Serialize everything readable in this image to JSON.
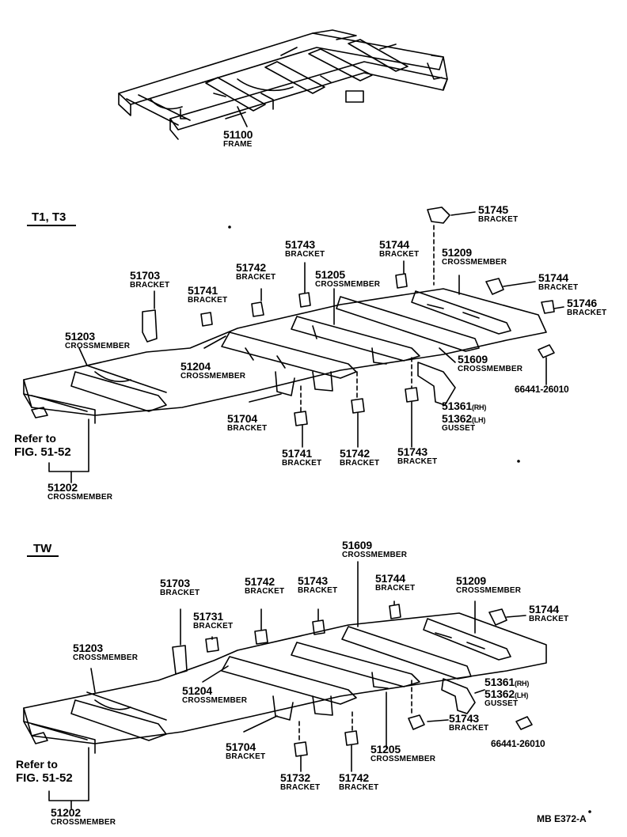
{
  "top": {
    "frame": {
      "part": "51100",
      "name": "FRAME"
    }
  },
  "t1": {
    "title": "T1, T3",
    "labels": {
      "p51745": {
        "part": "51745",
        "name": "BRACKET"
      },
      "p51744a": {
        "part": "51744",
        "name": "BRACKET"
      },
      "p51743a": {
        "part": "51743",
        "name": "BRACKET"
      },
      "p51742a": {
        "part": "51742",
        "name": "BRACKET"
      },
      "p51741a": {
        "part": "51741",
        "name": "BRACKET"
      },
      "p51703": {
        "part": "51703",
        "name": "BRACKET"
      },
      "p51209": {
        "part": "51209",
        "name": "CROSSMEMBER"
      },
      "p51744b": {
        "part": "51744",
        "name": "BRACKET"
      },
      "p51746": {
        "part": "51746",
        "name": "BRACKET"
      },
      "p51205": {
        "part": "51205",
        "name": "CROSSMEMBER"
      },
      "p51203": {
        "part": "51203",
        "name": "CROSSMEMBER"
      },
      "p51204": {
        "part": "51204",
        "name": "CROSSMEMBER"
      },
      "p51609": {
        "part": "51609",
        "name": "CROSSMEMBER"
      },
      "p66441": {
        "part": "66441-26010"
      },
      "p51704": {
        "part": "51704",
        "name": "BRACKET"
      },
      "p51361": {
        "part": "51361",
        "suffix": "(RH)"
      },
      "p51362": {
        "part": "51362",
        "suffix": "(LH)",
        "name": "GUSSET"
      },
      "p51741b": {
        "part": "51741",
        "name": "BRACKET"
      },
      "p51742b": {
        "part": "51742",
        "name": "BRACKET"
      },
      "p51743b": {
        "part": "51743",
        "name": "BRACKET"
      },
      "p51202": {
        "part": "51202",
        "name": "CROSSMEMBER"
      }
    },
    "refer": {
      "line1": "Refer to",
      "line2": "FIG. 51-52"
    }
  },
  "tw": {
    "title": "TW",
    "labels": {
      "p51609": {
        "part": "51609",
        "name": "CROSSMEMBER"
      },
      "p51703": {
        "part": "51703",
        "name": "BRACKET"
      },
      "p51742a": {
        "part": "51742",
        "name": "BRACKET"
      },
      "p51743a": {
        "part": "51743",
        "name": "BRACKET"
      },
      "p51744a": {
        "part": "51744",
        "name": "BRACKET"
      },
      "p51209": {
        "part": "51209",
        "name": "CROSSMEMBER"
      },
      "p51731": {
        "part": "51731",
        "name": "BRACKET"
      },
      "p51744b": {
        "part": "51744",
        "name": "BRACKET"
      },
      "p51203": {
        "part": "51203",
        "name": "CROSSMEMBER"
      },
      "p51204": {
        "part": "51204",
        "name": "CROSSMEMBER"
      },
      "p51361": {
        "part": "51361",
        "suffix": "(RH)"
      },
      "p51362": {
        "part": "51362",
        "suffix": "(LH)",
        "name": "GUSSET"
      },
      "p51743b": {
        "part": "51743",
        "name": "BRACKET"
      },
      "p51704": {
        "part": "51704",
        "name": "BRACKET"
      },
      "p51205": {
        "part": "51205",
        "name": "CROSSMEMBER"
      },
      "p66441": {
        "part": "66441-26010"
      },
      "p51732": {
        "part": "51732",
        "name": "BRACKET"
      },
      "p51742b": {
        "part": "51742",
        "name": "BRACKET"
      },
      "p51202": {
        "part": "51202",
        "name": "CROSSMEMBER"
      }
    },
    "refer": {
      "line1": "Refer to",
      "line2": "FIG. 51-52"
    }
  },
  "footer": "MB  E372-A"
}
